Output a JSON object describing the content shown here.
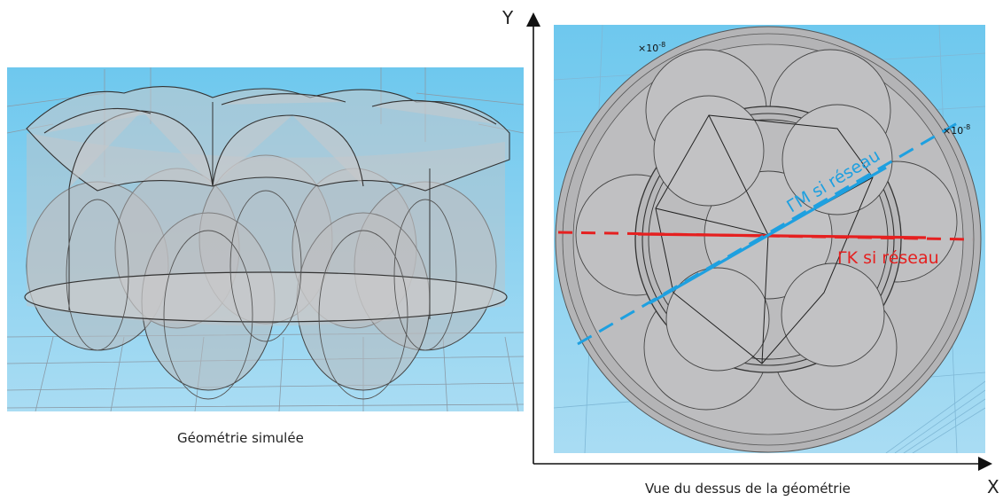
{
  "left_panel": {
    "caption": "Géométrie simulée"
  },
  "right_panel": {
    "caption": "Vue du dessus de la géométrie",
    "axis_x_label": "X",
    "axis_y_label": "Y",
    "scale_label_top": "×10",
    "scale_exp_top": "-8",
    "scale_label_right": "×10",
    "scale_exp_right": "-8",
    "line_gamma_m": {
      "label": "ΓM si réseau",
      "color": "#1ea0e0"
    },
    "line_gamma_k": {
      "label": "ΓK si réseau",
      "color": "#e52020"
    }
  },
  "colors": {
    "sky_top": "#6ec8ee",
    "sky_bottom": "#a9dcf3",
    "geometry_fill": "#b9b9bb",
    "geometry_stroke": "#333333"
  }
}
